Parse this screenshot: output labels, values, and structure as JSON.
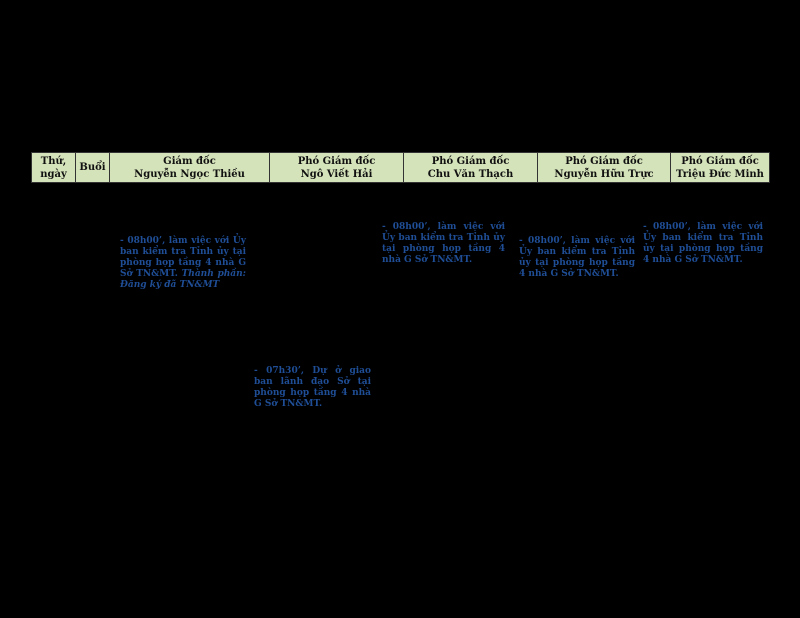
{
  "header": {
    "col0": {
      "line1": "Thứ,",
      "line2": "ngày"
    },
    "col1": {
      "line1": "Buổi"
    },
    "col2": {
      "line1": "Giám đốc",
      "line2": "Nguyễn Ngọc Thiều"
    },
    "col3": {
      "line1": "Phó Giám đốc",
      "line2": "Ngô Viết Hải"
    },
    "col4": {
      "line1": "Phó Giám đốc",
      "line2": "Chu Văn Thạch"
    },
    "col5": {
      "line1": "Phó Giám đốc",
      "line2": "Nguyễn Hữu Trực"
    },
    "col6": {
      "line1": "Phó Giám đốc",
      "line2": "Triệu Đức Minh"
    }
  },
  "notes": {
    "director": {
      "text": "- 08h00’, làm việc với Ủy ban kiểm tra Tỉnh ủy tại phòng họp tầng 4 nhà G Sở TN&MT.",
      "italic": "Thành phần: Đăng ký đã TN&MT"
    },
    "thach": {
      "text": "- 08h00’, làm việc với Ủy ban kiểm tra Tỉnh ủy tại phòng họp tầng 4 nhà G Sở TN&MT."
    },
    "truc": {
      "text": "- 08h00’, làm việc với Ủy ban kiểm tra Tỉnh ủy tại phòng họp tầng 4 nhà G Sở TN&MT."
    },
    "minh": {
      "text": "- 08h00’, làm việc với Ủy ban kiểm tra Tỉnh ủy tại phòng họp tầng 4 nhà G Sở TN&MT."
    },
    "hai": {
      "text": "- 07h30’, Dự ở giao ban lãnh đạo Sở tại phòng họp tầng 4 nhà G Sở TN&MT."
    }
  },
  "colors": {
    "header_bg": "#d5e3ba",
    "note_text": "#1f4e96",
    "page_bg": "#000000"
  }
}
